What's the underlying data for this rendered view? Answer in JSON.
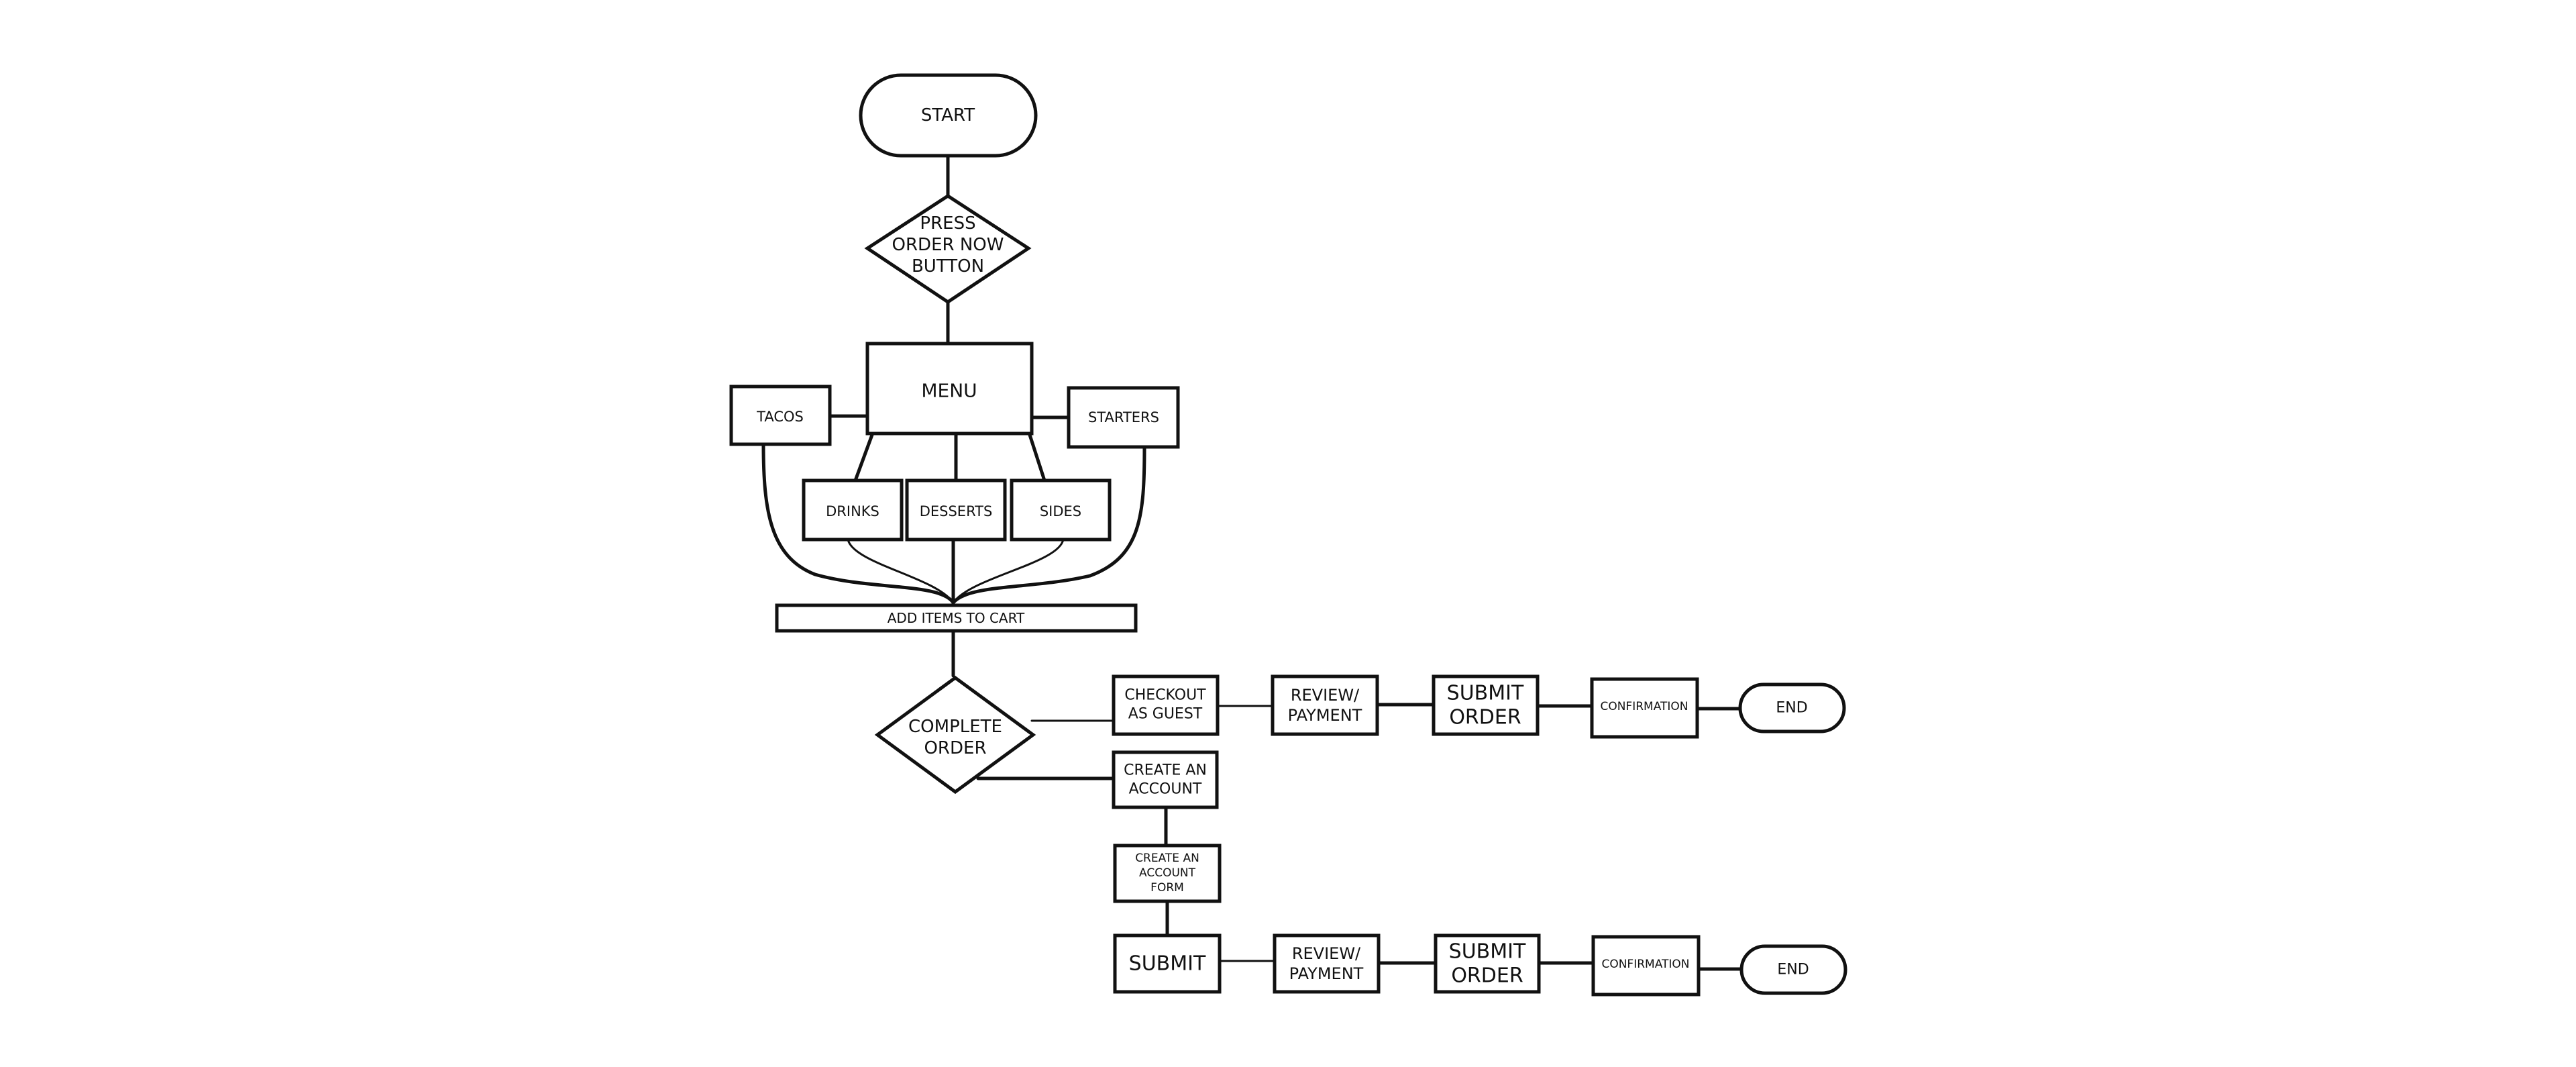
{
  "nodes": {
    "start": "START",
    "press_order": [
      "PRESS",
      "ORDER NOW",
      "BUTTON"
    ],
    "menu": "MENU",
    "tacos": "TACOS",
    "starters": "STARTERS",
    "drinks": "DRINKS",
    "desserts": "DESSERTS",
    "sides": "SIDES",
    "add_items": "ADD ITEMS TO CART",
    "complete_order": [
      "COMPLETE",
      "ORDER"
    ],
    "checkout_guest": [
      "CHECKOUT",
      "AS GUEST"
    ],
    "review_payment_1": [
      "REVIEW/",
      "PAYMENT"
    ],
    "submit_order_1": [
      "SUBMIT",
      "ORDER"
    ],
    "confirmation_1": "CONFIRMATION",
    "end_1": "END",
    "create_account": [
      "CREATE AN",
      "ACCOUNT"
    ],
    "account_form": [
      "CREATE AN",
      "ACCOUNT",
      "FORM"
    ],
    "submit": "SUBMIT",
    "review_payment_2": [
      "REVIEW/",
      "PAYMENT"
    ],
    "submit_order_2": [
      "SUBMIT",
      "ORDER"
    ],
    "confirmation_2": "CONFIRMATION",
    "end_2": "END"
  }
}
